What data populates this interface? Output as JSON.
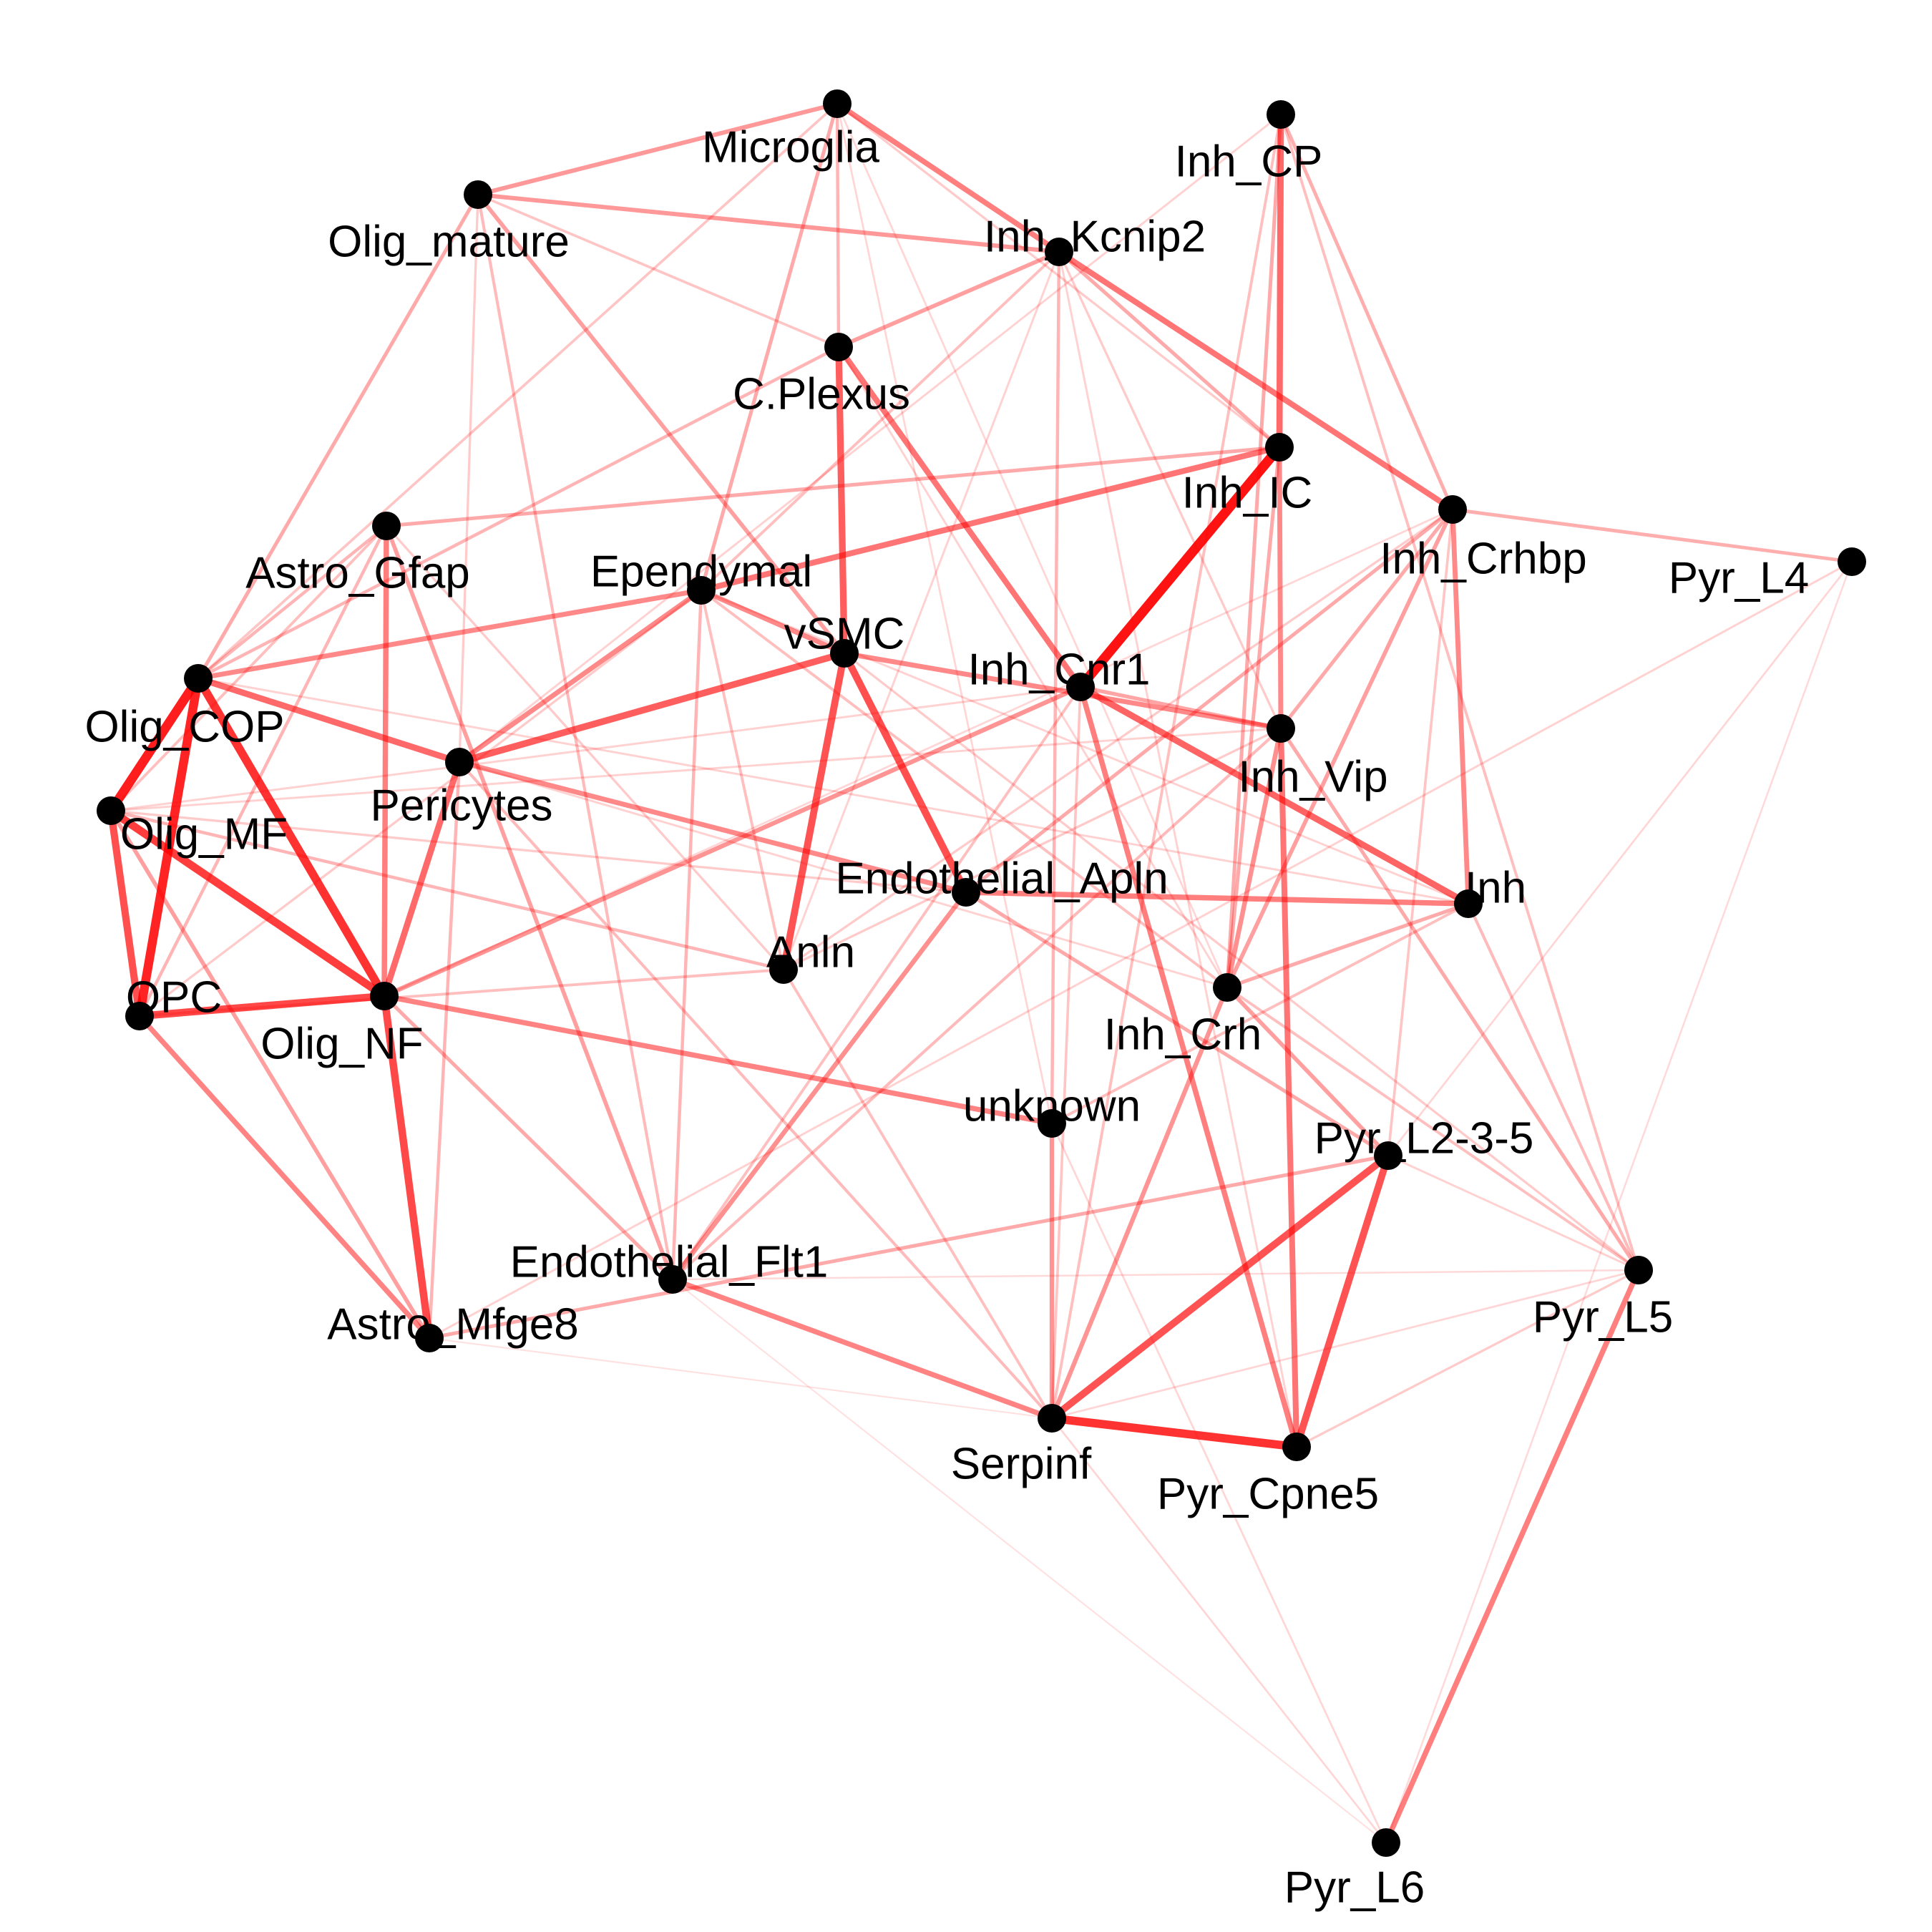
{
  "colors": {
    "edge": "#ff0000",
    "node": "#000000",
    "label": "#000000",
    "background": "#ffffff"
  },
  "nodes": [
    {
      "id": "Microglia",
      "label": "Microglia"
    },
    {
      "id": "Inh_CP",
      "label": "Inh_CP"
    },
    {
      "id": "Olig_mature",
      "label": "Olig_mature"
    },
    {
      "id": "Inh_Kcnip2",
      "label": "Inh_Kcnip2"
    },
    {
      "id": "C.Plexus",
      "label": "C.Plexus"
    },
    {
      "id": "Inh_IC",
      "label": "Inh_IC"
    },
    {
      "id": "Inh_Crhbp",
      "label": "Inh_Crhbp"
    },
    {
      "id": "Pyr_L4",
      "label": "Pyr_L4"
    },
    {
      "id": "Astro_Gfap",
      "label": "Astro_Gfap"
    },
    {
      "id": "Ependymal",
      "label": "Ependymal"
    },
    {
      "id": "vSMC",
      "label": "vSMC"
    },
    {
      "id": "Inh_Cnr1",
      "label": "Inh_Cnr1"
    },
    {
      "id": "Olig_COP",
      "label": "Olig_COP"
    },
    {
      "id": "Inh_Vip",
      "label": "Inh_Vip"
    },
    {
      "id": "Pericytes",
      "label": "Pericytes"
    },
    {
      "id": "Olig_MF",
      "label": "Olig_MF"
    },
    {
      "id": "Endothelial_Apln",
      "label": "Endothelial_Apln"
    },
    {
      "id": "Inh",
      "label": "Inh"
    },
    {
      "id": "Anln",
      "label": "Anln"
    },
    {
      "id": "OPC",
      "label": "OPC"
    },
    {
      "id": "Olig_NF",
      "label": "Olig_NF"
    },
    {
      "id": "Inh_Crh",
      "label": "Inh_Crh"
    },
    {
      "id": "unknown",
      "label": "unknown"
    },
    {
      "id": "Pyr_L2-3-5",
      "label": "Pyr_L2-3-5"
    },
    {
      "id": "Pyr_L5",
      "label": "Pyr_L5"
    },
    {
      "id": "Endothelial_Flt1",
      "label": "Endothelial_Flt1"
    },
    {
      "id": "Astro_Mfge8",
      "label": "Astro_Mfge8"
    },
    {
      "id": "Serpinf",
      "label": "Serpinf"
    },
    {
      "id": "Pyr_Cpne5",
      "label": "Pyr_Cpne5"
    },
    {
      "id": "Pyr_L6",
      "label": "Pyr_L6"
    }
  ],
  "edges": [
    {
      "source": "Inh_IC",
      "target": "Inh_Cnr1",
      "weight": 1.0
    },
    {
      "source": "Olig_COP",
      "target": "Olig_MF",
      "weight": 0.95
    },
    {
      "source": "Olig_COP",
      "target": "OPC",
      "weight": 0.92
    },
    {
      "source": "Olig_COP",
      "target": "Olig_NF",
      "weight": 0.85
    },
    {
      "source": "Olig_MF",
      "target": "Olig_NF",
      "weight": 0.8
    },
    {
      "source": "Olig_MF",
      "target": "OPC",
      "weight": 0.72
    },
    {
      "source": "Serpinf",
      "target": "Pyr_Cpne5",
      "weight": 0.85
    },
    {
      "source": "OPC",
      "target": "Olig_NF",
      "weight": 0.75
    },
    {
      "source": "Olig_NF",
      "target": "Astro_Mfge8",
      "weight": 0.75
    },
    {
      "source": "vSMC",
      "target": "Endothelial_Apln",
      "weight": 0.72
    },
    {
      "source": "vSMC",
      "target": "Anln",
      "weight": 0.7
    },
    {
      "source": "vSMC",
      "target": "Pericytes",
      "weight": 0.65
    },
    {
      "source": "Pyr_L2-3-5",
      "target": "Serpinf",
      "weight": 0.7
    },
    {
      "source": "Pyr_L2-3-5",
      "target": "Pyr_Cpne5",
      "weight": 0.7
    },
    {
      "source": "C.Plexus",
      "target": "vSMC",
      "weight": 0.65
    },
    {
      "source": "Inh_Cnr1",
      "target": "Inh",
      "weight": 0.62
    },
    {
      "source": "Inh_CP",
      "target": "Inh_IC",
      "weight": 0.6
    },
    {
      "source": "Pericytes",
      "target": "Olig_NF",
      "weight": 0.6
    },
    {
      "source": "Olig_COP",
      "target": "Pericytes",
      "weight": 0.6
    },
    {
      "source": "C.Plexus",
      "target": "Inh_Cnr1",
      "weight": 0.55
    },
    {
      "source": "Inh_Kcnip2",
      "target": "Inh_Crhbp",
      "weight": 0.55
    },
    {
      "source": "Inh_Vip",
      "target": "Pyr_Cpne5",
      "weight": 0.55
    },
    {
      "source": "Ependymal",
      "target": "Inh_IC",
      "weight": 0.55
    },
    {
      "source": "Endothelial_Apln",
      "target": "Inh",
      "weight": 0.5
    },
    {
      "source": "Microglia",
      "target": "Inh_Kcnip2",
      "weight": 0.5
    },
    {
      "source": "Inh_Cnr1",
      "target": "Pyr_Cpne5",
      "weight": 0.5
    },
    {
      "source": "Pyr_L5",
      "target": "Pyr_L6",
      "weight": 0.5
    },
    {
      "source": "Astro_Gfap",
      "target": "Olig_NF",
      "weight": 0.5
    },
    {
      "source": "Olig_NF",
      "target": "unknown",
      "weight": 0.48
    },
    {
      "source": "Endothelial_Flt1",
      "target": "Serpinf",
      "weight": 0.48
    },
    {
      "source": "OPC",
      "target": "Astro_Mfge8",
      "weight": 0.48
    },
    {
      "source": "Inh_Crhbp",
      "target": "Inh",
      "weight": 0.45
    },
    {
      "source": "Ependymal",
      "target": "vSMC",
      "weight": 0.45
    },
    {
      "source": "Ependymal",
      "target": "Pericytes",
      "weight": 0.45
    },
    {
      "source": "Olig_COP",
      "target": "Ependymal",
      "weight": 0.45
    },
    {
      "source": "Pericytes",
      "target": "Endothelial_Apln",
      "weight": 0.45
    },
    {
      "source": "vSMC",
      "target": "Inh_Vip",
      "weight": 0.45
    },
    {
      "source": "Endothelial_Apln",
      "target": "Endothelial_Flt1",
      "weight": 0.42
    },
    {
      "source": "Inh_Cnr1",
      "target": "Olig_NF",
      "weight": 0.4
    },
    {
      "source": "Inh_Vip",
      "target": "Inh_Crh",
      "weight": 0.42
    },
    {
      "source": "Inh_IC",
      "target": "Inh_Vip",
      "weight": 0.45
    },
    {
      "source": "Inh_Crh",
      "target": "Serpinf",
      "weight": 0.4
    },
    {
      "source": "unknown",
      "target": "Serpinf",
      "weight": 0.4
    },
    {
      "source": "Olig_mature",
      "target": "Inh_Kcnip2",
      "weight": 0.38
    },
    {
      "source": "Olig_mature",
      "target": "Microglia",
      "weight": 0.38
    },
    {
      "source": "C.Plexus",
      "target": "Inh_Kcnip2",
      "weight": 0.35
    },
    {
      "source": "Astro_Gfap",
      "target": "Endothelial_Flt1",
      "weight": 0.35
    },
    {
      "source": "Olig_MF",
      "target": "Astro_Mfge8",
      "weight": 0.35
    },
    {
      "source": "Olig_mature",
      "target": "vSMC",
      "weight": 0.35
    },
    {
      "source": "Inh_Crhbp",
      "target": "Inh_Crh",
      "weight": 0.35
    },
    {
      "source": "Inh_Kcnip2",
      "target": "Inh_IC",
      "weight": 0.3
    },
    {
      "source": "Inh_Crh",
      "target": "Pyr_L2-3-5",
      "weight": 0.35
    },
    {
      "source": "Inh_Vip",
      "target": "Pyr_L5",
      "weight": 0.3
    },
    {
      "source": "Astro_Mfge8",
      "target": "Pyr_L2-3-5",
      "weight": 0.3
    },
    {
      "source": "Inh_Cnr1",
      "target": "Inh_Vip",
      "weight": 0.32
    },
    {
      "source": "Microglia",
      "target": "Ependymal",
      "weight": 0.3
    },
    {
      "source": "Astro_Gfap",
      "target": "Inh_IC",
      "weight": 0.3
    },
    {
      "source": "Olig_mature",
      "target": "Olig_COP",
      "weight": 0.3
    },
    {
      "source": "Inh_Crhbp",
      "target": "Endothelial_Apln",
      "weight": 0.3
    },
    {
      "source": "Inh_IC",
      "target": "Inh_Crh",
      "weight": 0.3
    },
    {
      "source": "Inh",
      "target": "Inh_Crh",
      "weight": 0.3
    },
    {
      "source": "Endothelial_Apln",
      "target": "Pyr_L2-3-5",
      "weight": 0.3
    },
    {
      "source": "Olig_NF",
      "target": "Endothelial_Flt1",
      "weight": 0.3
    },
    {
      "source": "Inh_Crhbp",
      "target": "Pyr_L4",
      "weight": 0.28
    },
    {
      "source": "Inh_Kcnip2",
      "target": "unknown",
      "weight": 0.25
    },
    {
      "source": "Inh_CP",
      "target": "Inh_Crhbp",
      "weight": 0.28
    },
    {
      "source": "Inh_CP",
      "target": "Inh_Crh",
      "weight": 0.3
    },
    {
      "source": "Microglia",
      "target": "C.Plexus",
      "weight": 0.25
    },
    {
      "source": "Ependymal",
      "target": "Endothelial_Flt1",
      "weight": 0.25
    },
    {
      "source": "Anln",
      "target": "Olig_MF",
      "weight": 0.25
    },
    {
      "source": "Anln",
      "target": "OPC",
      "weight": 0.2
    },
    {
      "source": "C.Plexus",
      "target": "Olig_COP",
      "weight": 0.25
    },
    {
      "source": "Inh_Vip",
      "target": "Endothelial_Flt1",
      "weight": 0.22
    },
    {
      "source": "Inh_Crhbp",
      "target": "Inh_Vip",
      "weight": 0.3
    },
    {
      "source": "Astro_Gfap",
      "target": "OPC",
      "weight": 0.25
    },
    {
      "source": "Astro_Gfap",
      "target": "Olig_COP",
      "weight": 0.25
    },
    {
      "source": "Pericytes",
      "target": "Astro_Mfge8",
      "weight": 0.25
    },
    {
      "source": "Pericytes",
      "target": "Serpinf",
      "weight": 0.22
    },
    {
      "source": "Anln",
      "target": "Serpinf",
      "weight": 0.2
    },
    {
      "source": "Inh",
      "target": "unknown",
      "weight": 0.2
    },
    {
      "source": "Inh",
      "target": "Pyr_L5",
      "weight": 0.22
    },
    {
      "source": "Pyr_L2-3-5",
      "target": "Inh_Crhbp",
      "weight": 0.18
    },
    {
      "source": "Serpinf",
      "target": "Inh_CP",
      "weight": 0.2
    },
    {
      "source": "Olig_mature",
      "target": "Endothelial_Flt1",
      "weight": 0.22
    },
    {
      "source": "Microglia",
      "target": "Olig_COP",
      "weight": 0.18
    },
    {
      "source": "Inh_CP",
      "target": "Pyr_L5",
      "weight": 0.2
    },
    {
      "source": "Inh_Crh",
      "target": "Pyr_L5",
      "weight": 0.2
    },
    {
      "source": "Pyr_Cpne5",
      "target": "Pyr_L5",
      "weight": 0.15
    },
    {
      "source": "Anln",
      "target": "Inh_Crhbp",
      "weight": 0.15
    },
    {
      "source": "Inh_Kcnip2",
      "target": "Ependymal",
      "weight": 0.2
    },
    {
      "source": "Olig_mature",
      "target": "C.Plexus",
      "weight": 0.18
    },
    {
      "source": "Astro_Gfap",
      "target": "Anln",
      "weight": 0.15
    },
    {
      "source": "Microglia",
      "target": "Inh_IC",
      "weight": 0.15
    },
    {
      "source": "Endothelial_Flt1",
      "target": "Inh_Cnr1",
      "weight": 0.2
    },
    {
      "source": "Ependymal",
      "target": "Inh_Crh",
      "weight": 0.2
    },
    {
      "source": "Ependymal",
      "target": "Anln",
      "weight": 0.2
    },
    {
      "source": "Inh_Cnr1",
      "target": "Serpinf",
      "weight": 0.18
    },
    {
      "source": "Olig_COP",
      "target": "Inh",
      "weight": 0.12
    },
    {
      "source": "Olig_MF",
      "target": "Endothelial_Apln",
      "weight": 0.15
    },
    {
      "source": "Olig_MF",
      "target": "Inh_Vip",
      "weight": 0.12
    },
    {
      "source": "Inh_CP",
      "target": "Pericytes",
      "weight": 0.12
    },
    {
      "source": "vSMC",
      "target": "Pyr_L5",
      "weight": 0.15
    },
    {
      "source": "Pyr_L4",
      "target": "Astro_Mfge8",
      "weight": 0.12
    },
    {
      "source": "Pyr_L4",
      "target": "Pyr_L6",
      "weight": 0.08
    },
    {
      "source": "Pyr_L4",
      "target": "Pyr_L2-3-5",
      "weight": 0.1
    },
    {
      "source": "Serpinf",
      "target": "Pyr_L6",
      "weight": 0.1
    },
    {
      "source": "unknown",
      "target": "Pyr_L6",
      "weight": 0.1
    },
    {
      "source": "Endothelial_Flt1",
      "target": "Pyr_L6",
      "weight": 0.05
    },
    {
      "source": "Astro_Mfge8",
      "target": "Serpinf",
      "weight": 0.05
    },
    {
      "source": "Pyr_L5",
      "target": "Serpinf",
      "weight": 0.1
    },
    {
      "source": "Microglia",
      "target": "unknown",
      "weight": 0.1
    },
    {
      "source": "Microglia",
      "target": "Inh_Crh",
      "weight": 0.1
    },
    {
      "source": "Olig_mature",
      "target": "Pericytes",
      "weight": 0.15
    },
    {
      "source": "C.Plexus",
      "target": "Inh_Crh",
      "weight": 0.12
    },
    {
      "source": "Anln",
      "target": "Inh_Vip",
      "weight": 0.15
    },
    {
      "source": "Olig_NF",
      "target": "Inh_Crhbp",
      "weight": 0.1
    },
    {
      "source": "Inh_Kcnip2",
      "target": "Inh_Vip",
      "weight": 0.15
    },
    {
      "source": "Inh_Kcnip2",
      "target": "Pyr_Cpne5",
      "weight": 0.12
    },
    {
      "source": "Anln",
      "target": "Inh_Kcnip2",
      "weight": 0.12
    },
    {
      "source": "Endothelial_Flt1",
      "target": "Pyr_L5",
      "weight": 0.08
    },
    {
      "source": "Ependymal",
      "target": "Inh",
      "weight": 0.12
    },
    {
      "source": "OPC",
      "target": "Ependymal",
      "weight": 0.15
    },
    {
      "source": "Olig_MF",
      "target": "Astro_Gfap",
      "weight": 0.2
    },
    {
      "source": "Olig_MF",
      "target": "Inh_Cnr1",
      "weight": 0.12
    },
    {
      "source": "Pericytes",
      "target": "Inh_Crh",
      "weight": 0.12
    },
    {
      "source": "Pyr_L2-3-5",
      "target": "Pyr_L5",
      "weight": 0.12
    }
  ]
}
